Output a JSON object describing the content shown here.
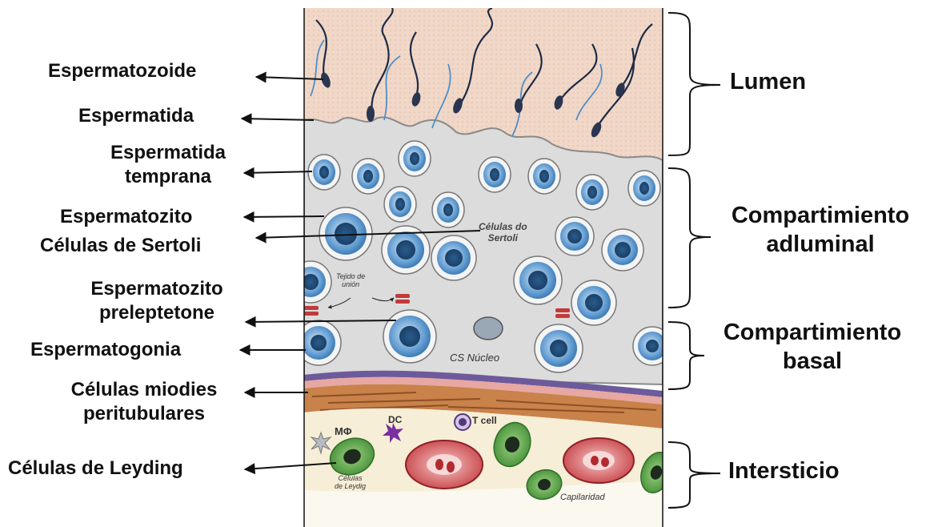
{
  "left_labels": {
    "espermatozoide": "Espermatozoide",
    "espermatida": "Espermatida",
    "espermatida_temprana_1": "Espermatida",
    "espermatida_temprana_2": "temprana",
    "espermatozito": "Espermatozito",
    "celulas_sertoli": "Células de Sertoli",
    "preleptotene_1": "Espermatozito",
    "preleptotene_2": "preleptetone",
    "espermatogonia": "Espermatogonia",
    "miodies_1": "Células miodies",
    "miodies_2": "peritubulares",
    "leydig": "Células de Leyding"
  },
  "right_labels": {
    "lumen": "Lumen",
    "adluminal_1": "Compartimiento",
    "adluminal_2": "adluminal",
    "basal_1": "Compartimiento",
    "basal_2": "basal",
    "intersticio": "Intersticio"
  },
  "inner_labels": {
    "sertoli_1": "Células do",
    "sertoli_2": "Sertoli",
    "tejido_1": "Tejido de",
    "tejido_2": "unión",
    "cs_nucleo": "CS Núcleo",
    "macrophage": "MΦ",
    "dc": "DC",
    "tcell": "T cell",
    "leydig_1": "Células",
    "leydig_2": "de Leydig",
    "capilaridad": "Capilaridad"
  },
  "colors": {
    "lumen_bg": "#f1d7c7",
    "sertoli_bg": "#dcdcdc",
    "cell_blue": "#4f8fc8",
    "basement_purple": "#6d5a9a",
    "myoid_orange": "#c8824a",
    "interstitium_bg": "#f6eed6",
    "leydig_green": "#5aa34a",
    "capillary_red": "#c43a40"
  }
}
